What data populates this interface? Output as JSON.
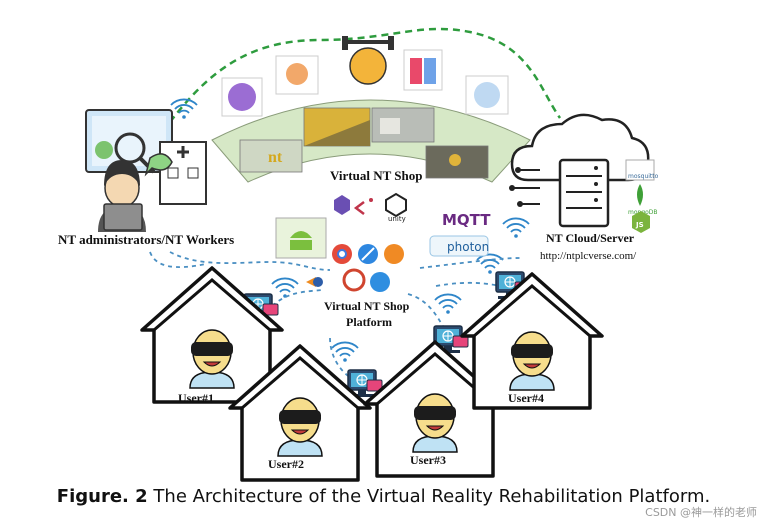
{
  "nodes": {
    "admin_label": "NT administrators/NT Workers",
    "cloud_label": "NT Cloud/Server",
    "cloud_url": "http://ntplcverse.com/",
    "shop_label": "Virtual NT Shop",
    "platform_label_line1": "Virtual NT Shop",
    "platform_label_line2": "Platform"
  },
  "users": [
    "User#1",
    "User#2",
    "User#3",
    "User#4"
  ],
  "tech_labels": {
    "unity": "unity",
    "mqtt": "MQTT",
    "photon": "photon",
    "mosquitto": "mosquitto",
    "mongodb": "mongoDB",
    "nodejs": "JS"
  },
  "shop_sign": "nt",
  "caption": {
    "prefix": "Figure. 2",
    "text": " The Architecture of the Virtual Reality Rehabilitation Platform."
  },
  "watermark": "CSDN @神一样的老师",
  "colors": {
    "arc_fill": "#d6e8c6",
    "green_dash": "#2e9c3e",
    "blue_dash": "#4a8fc2",
    "skin": "#f6dd8c",
    "goggles": "#1c1c1c",
    "shirt": "#bfe2f4",
    "wifi": "#2f86c9"
  }
}
